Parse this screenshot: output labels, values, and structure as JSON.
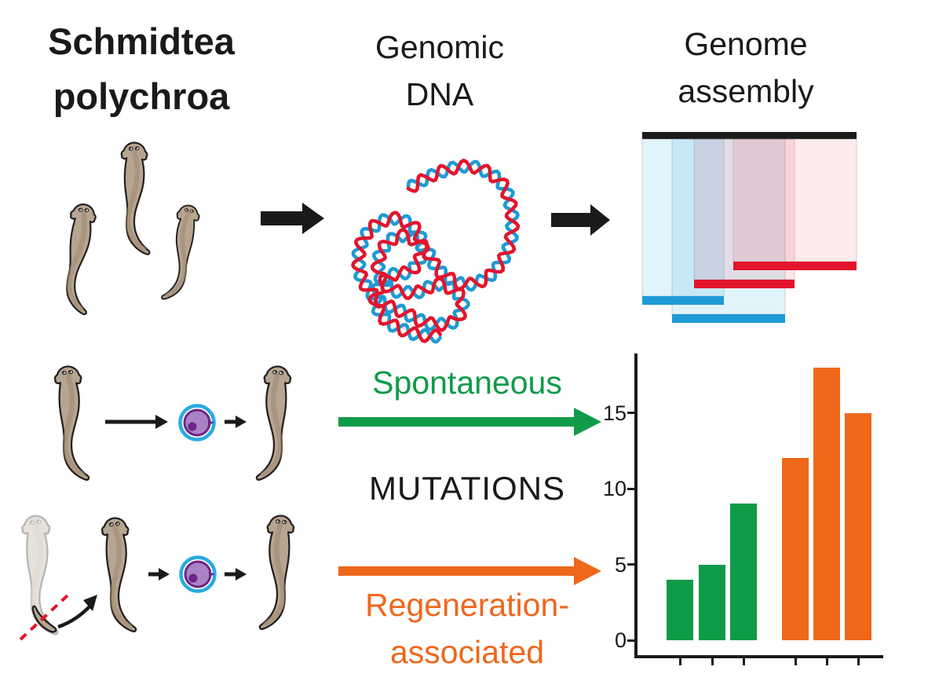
{
  "palette": {
    "green": "#0f9b48",
    "orange": "#ee671b",
    "red": "#e2152d",
    "blue": "#1d9ad6",
    "cyan": "#29abe2",
    "purple": "#a983c4",
    "purple_dark": "#6e2585",
    "worm_body": "#b7a590",
    "worm_stripe": "#a08a73",
    "outline": "#231f20",
    "black": "#1a1a1a"
  },
  "header": {
    "species_line1": "Schmidtea",
    "species_line2": "polychroa",
    "genomic_dna_line1": "Genomic",
    "genomic_dna_line2": "DNA",
    "genome_assembly_line1": "Genome",
    "genome_assembly_line2": "assembly"
  },
  "labels": {
    "spontaneous": "Spontaneous",
    "mutations": "MUTATIONS",
    "regeneration_line1": "Regeneration-",
    "regeneration_line2": "associated"
  },
  "assembly_diagram": {
    "reference_bar_color": "#1a1a1a",
    "read_colors": [
      "#e2152d",
      "#e2152d",
      "#1d9ad6",
      "#1d9ad6"
    ]
  },
  "chart_data": {
    "type": "bar",
    "title": "",
    "xlabel": "",
    "ylabel": "",
    "ylim": [
      0,
      18.5
    ],
    "yticks": [
      0,
      5,
      10,
      15
    ],
    "grid": false,
    "legend": "none",
    "categories": [
      "",
      "",
      "",
      "",
      "",
      ""
    ],
    "series": [
      {
        "name": "Spontaneous",
        "color": "#0f9b48",
        "values": [
          4,
          5,
          9
        ]
      },
      {
        "name": "Regeneration-associated",
        "color": "#ee671b",
        "values": [
          12,
          18,
          15
        ]
      }
    ]
  }
}
